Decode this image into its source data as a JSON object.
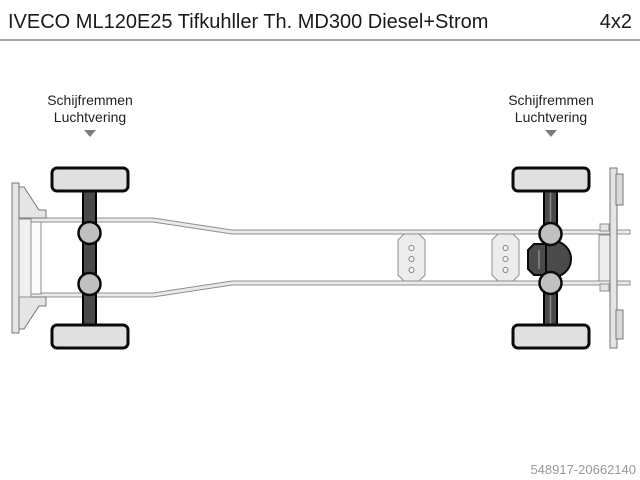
{
  "header": {
    "title": "IVECO ML120E25 Tifkuhller Th. MD300 Diesel+Strom",
    "drive_config": "4x2"
  },
  "labels": {
    "front_axle": {
      "line1": "Schijfremmen",
      "line2": "Luchtvering"
    },
    "rear_axle": {
      "line1": "Schijfremmen",
      "line2": "Luchtvering"
    }
  },
  "diagram": {
    "kind": "truck-chassis-top-view",
    "axle_count": 2
  },
  "footer": {
    "image_id": "548917-20662140"
  },
  "colors": {
    "title_text": "#1a1a1a",
    "separator": "#a9a9a9",
    "label_text": "#222222",
    "arrow": "#7d7d7d",
    "id_text": "#999999",
    "frame_fill": "#eaeaea",
    "frame_outline": "#8f8f8f",
    "dark_parts": "#4a4a4a",
    "tire_fill": "#e0e0e0",
    "hub_fill": "#c0c0c0"
  }
}
